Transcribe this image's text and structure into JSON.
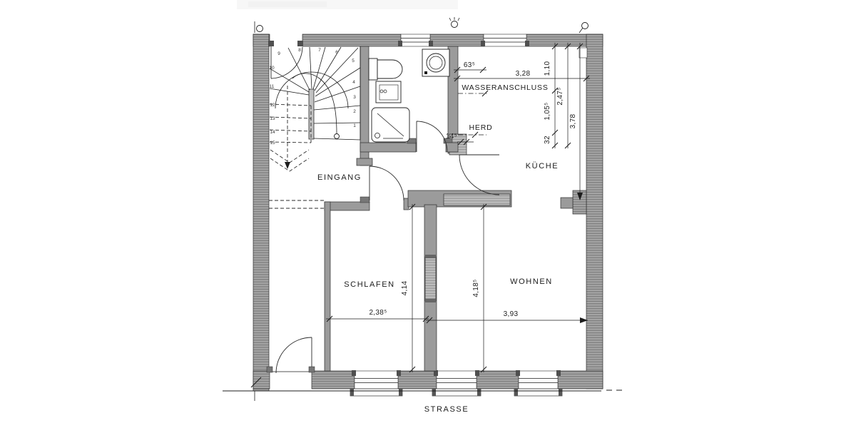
{
  "labels": {
    "rooms": {
      "eingang": "EINGANG",
      "kueche": "KÜCHE",
      "schlafen": "SCHLAFEN",
      "wohnen": "WOHNEN"
    },
    "street": "STRASSE",
    "annotations": {
      "wasseranschluss": "WASSERANSCHLUSS",
      "herd": "HERD"
    }
  },
  "dims": {
    "water_offset": "63⁵",
    "kitchen_width": "3,28",
    "top_seg1": "1,10",
    "top_total": "2,47⁵",
    "water_to_herd": "1,05⁵",
    "herd_seg": "32",
    "kitchen_depth": "3,78",
    "door_jamb": "14⁵",
    "schlafen_depth": "4,14",
    "schlafen_width": "2,38⁵",
    "wohnen_depth": "4,18⁵",
    "wohnen_width": "3,93"
  },
  "stair": {
    "steps": [
      "1",
      "2",
      "3",
      "4",
      "5",
      "6",
      "7",
      "8",
      "9",
      "10",
      "11",
      "12",
      "13",
      "14",
      "15"
    ]
  },
  "colors": {
    "wall_fill": "#a6a6a6",
    "wall_hatch_line": "#767676",
    "interior_wall": "#9b9b9b",
    "ink": "#1c1c1c"
  }
}
